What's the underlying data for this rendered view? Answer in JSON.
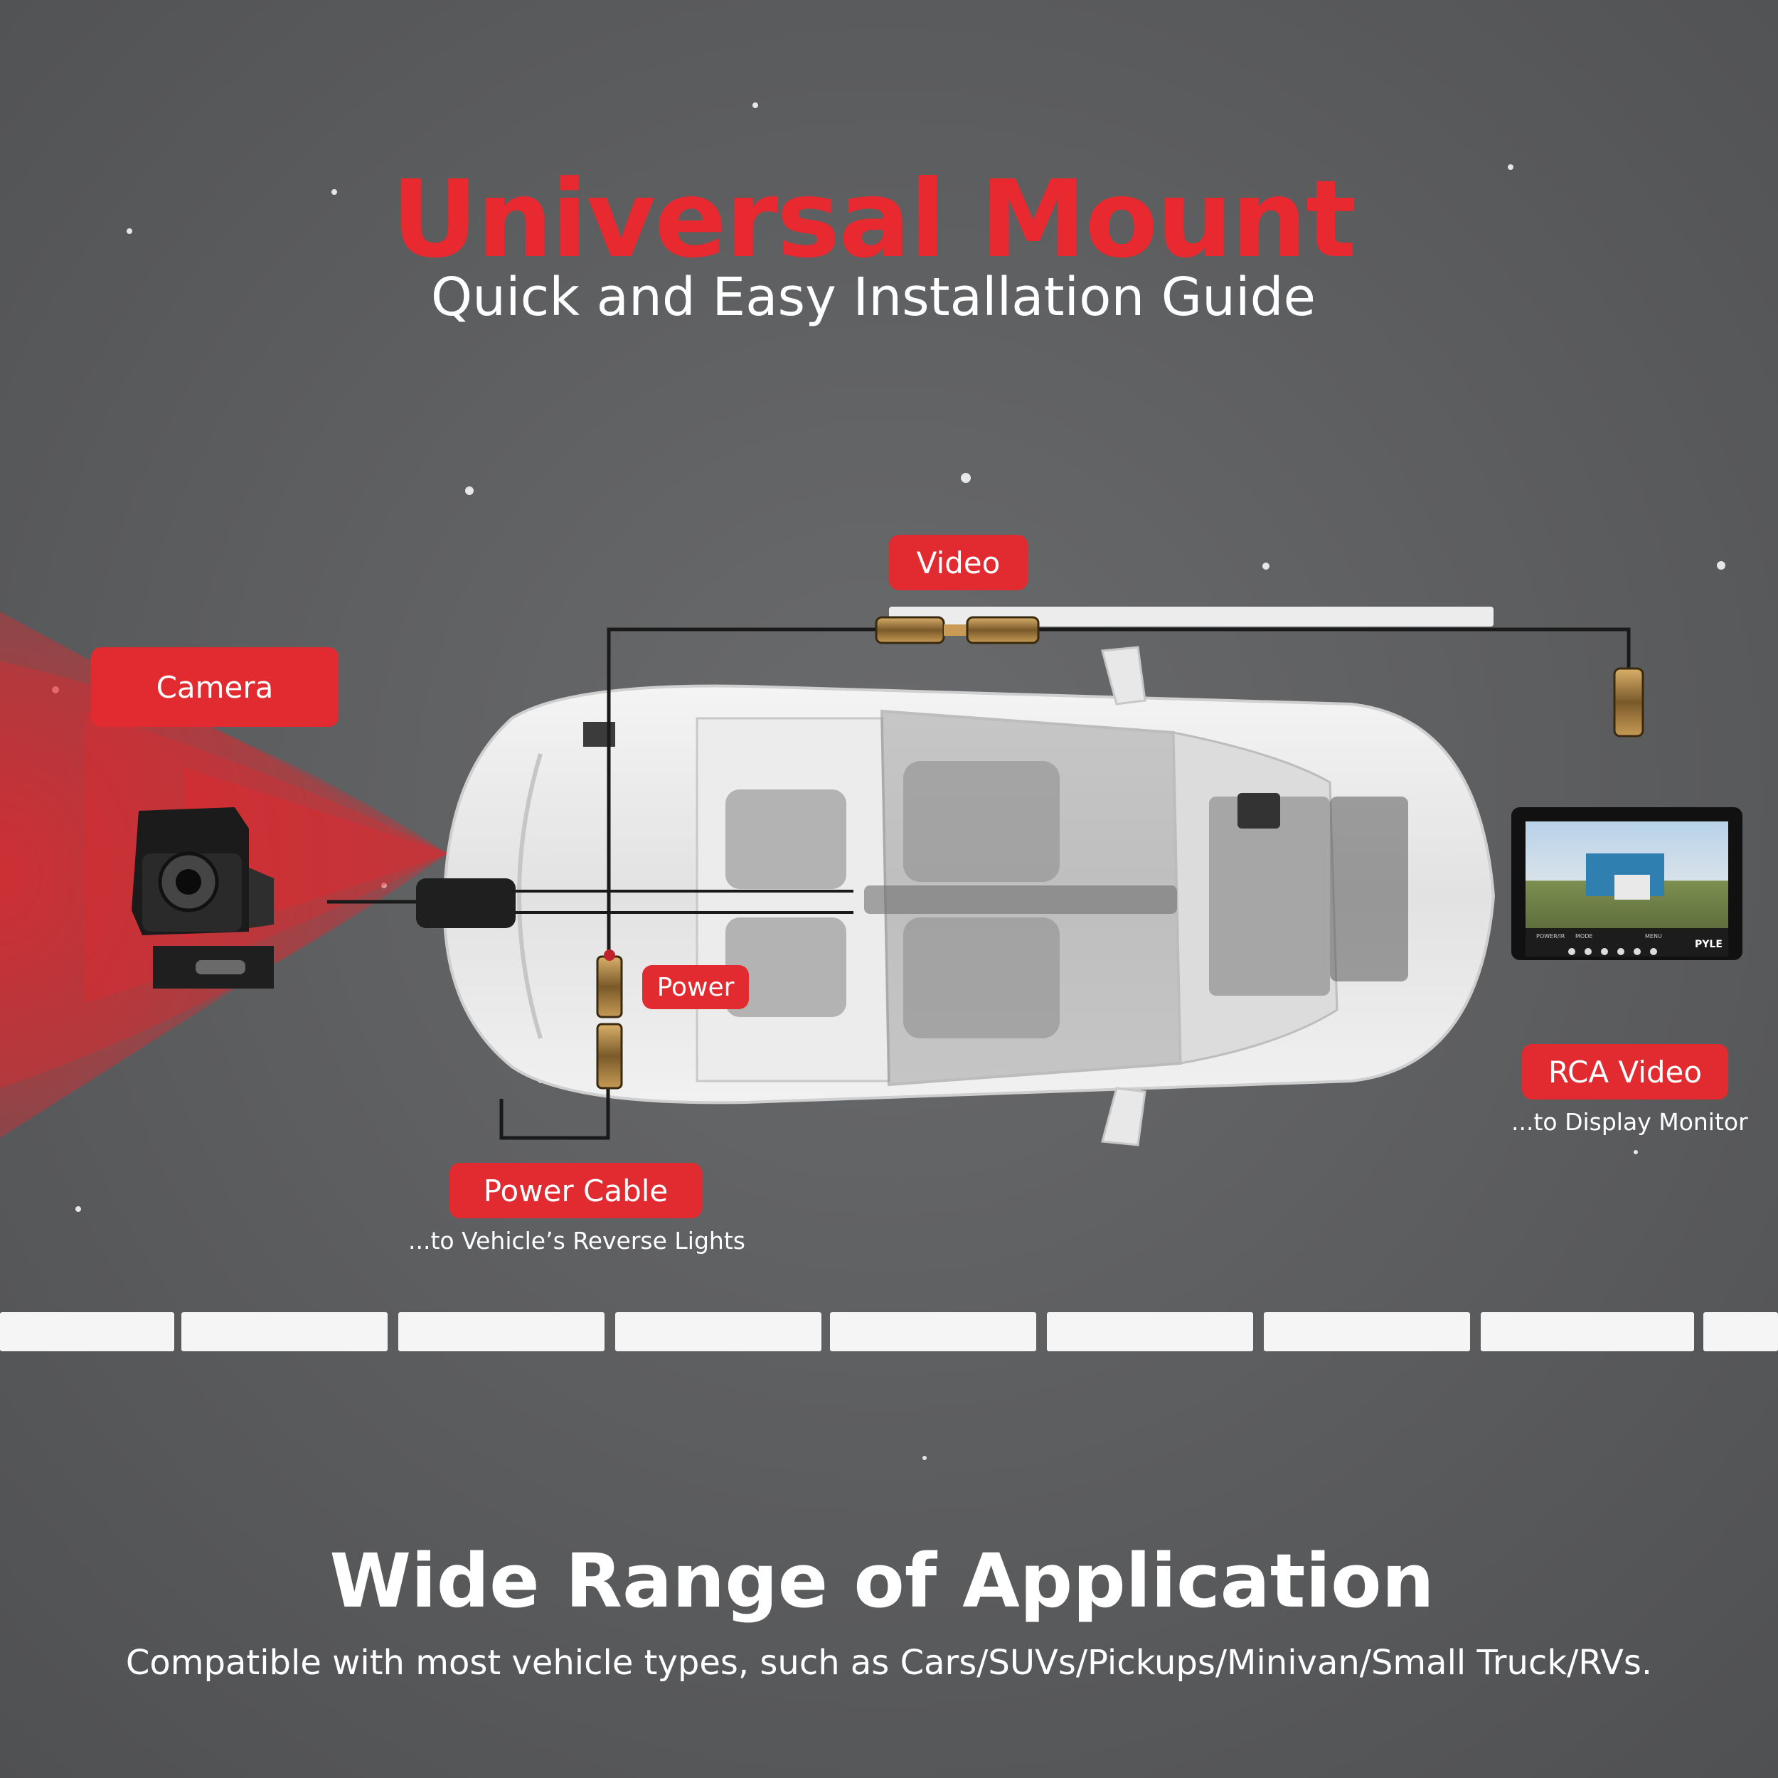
{
  "header": {
    "title": "Universal Mount",
    "subtitle": "Quick and Easy Installation Guide"
  },
  "labels": {
    "video": "Video",
    "camera": "Camera",
    "power": "Power",
    "power_cable": "Power Cable",
    "power_cable_note": "...to Vehicle’s Reverse Lights",
    "rca_video": "RCA Video",
    "rca_video_note": "...to Display Monitor"
  },
  "monitor": {
    "brand": "PYLE",
    "buttons": [
      "POWER/IR",
      "MODE",
      "MENU"
    ]
  },
  "footer": {
    "title": "Wide Range of Application",
    "subtitle": "Compatible with most vehicle types, such as Cars/SUVs/Pickups/Minivan/Small Truck/RVs."
  },
  "colors": {
    "accent": "#e22b30",
    "road": "#5f6062",
    "text": "#ffffff"
  }
}
